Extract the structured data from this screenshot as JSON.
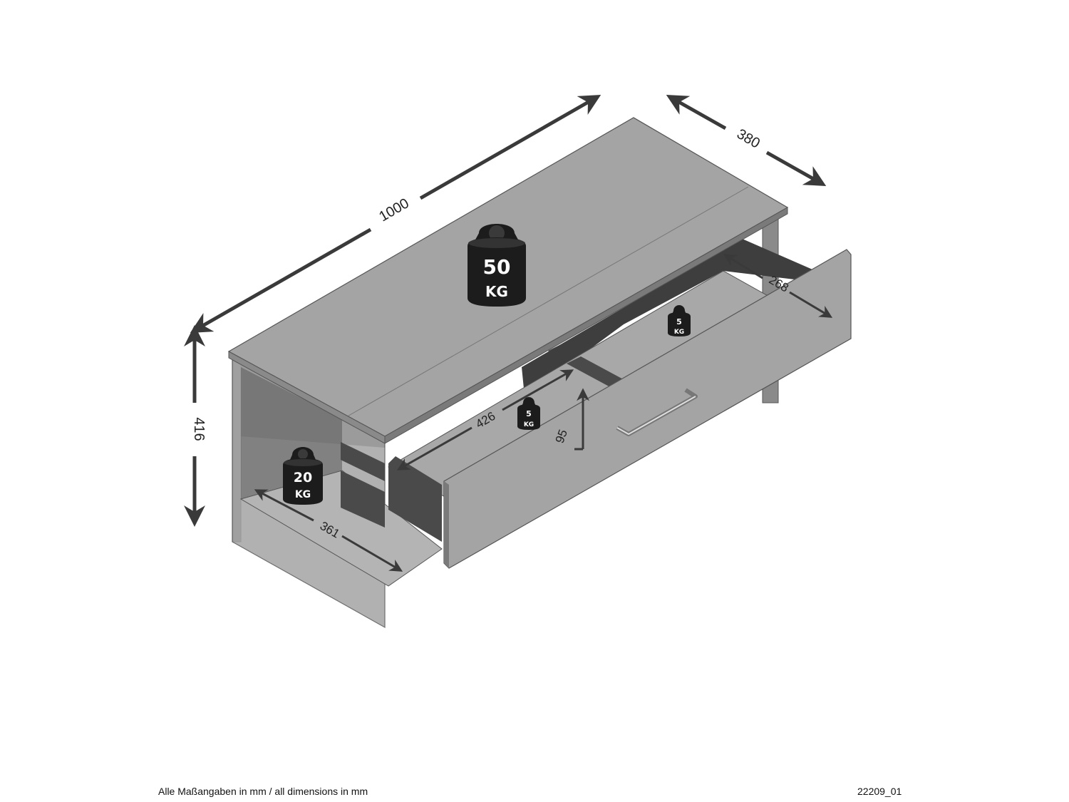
{
  "dimensions": {
    "width": "1000",
    "depth": "380",
    "height": "416",
    "drawer_depth": "268",
    "drawer_width": "426",
    "drawer_height": "95",
    "shelf_depth": "361"
  },
  "weights": {
    "top_value": "50",
    "top_unit": "KG",
    "shelf_value": "20",
    "shelf_unit": "KG",
    "drawer_left_value": "5",
    "drawer_left_unit": "KG",
    "drawer_right_value": "5",
    "drawer_right_unit": "KG"
  },
  "footer": {
    "note": "Alle Maßangaben in mm / all dimensions in mm",
    "code": "22209_01"
  },
  "colors": {
    "panel": "#a4a4a4",
    "panel_dark": "#6c6c6c",
    "interior": "#3e3e3e",
    "edge": "#555555",
    "arrow": "#3a3a3a",
    "weight": "#1c1c1c"
  }
}
